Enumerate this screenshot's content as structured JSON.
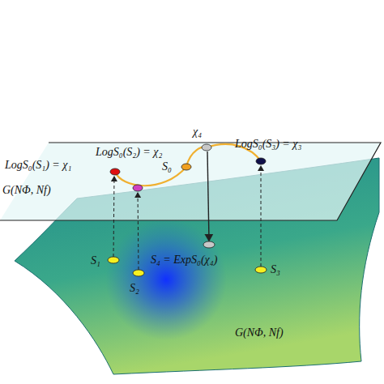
{
  "diagram": {
    "labels": [
      "LogS₀(S₂) = χ₂",
      "χ₄",
      "LogS₀(S₃) = χ₃",
      "LogS₀(S₁) = χ₁",
      "S₀",
      "G(NΦ, Nf)",
      "S₁",
      "S₂",
      "S₄ = ExpS₀(χ₄)",
      "S₃",
      "G(NΦ, Nf)"
    ]
  }
}
